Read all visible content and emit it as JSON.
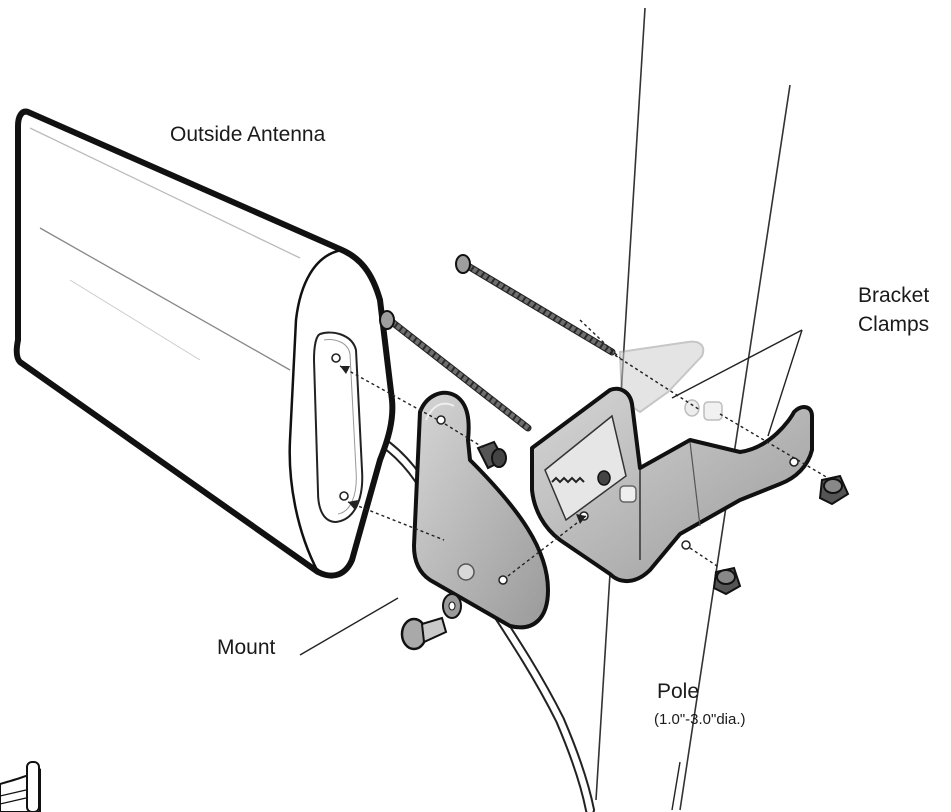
{
  "labels": {
    "antenna": "Outside Antenna",
    "bracket_line1": "Bracket",
    "bracket_line2": "Clamps",
    "mount": "Mount",
    "pole": "Pole",
    "pole_dia": "(1.0\"-3.0\"dia.)"
  },
  "colors": {
    "ink": "#111111",
    "metal": "#bfbfbf",
    "metal_dark": "#8c8c8c",
    "pole_edge": "#333333"
  }
}
